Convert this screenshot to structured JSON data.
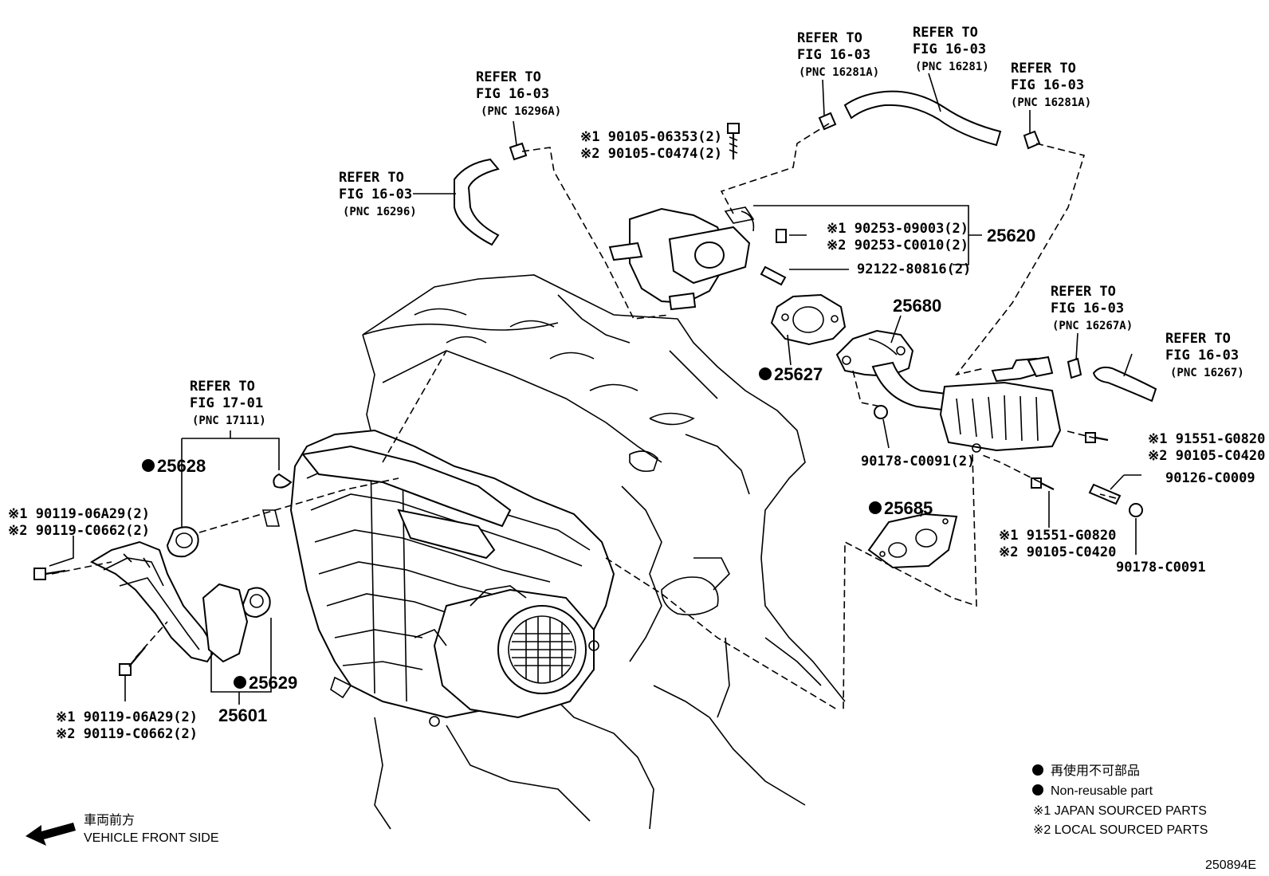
{
  "refer": {
    "r1": {
      "line1": "REFER TO",
      "line2": "FIG 16-03",
      "line3": "(PNC 16296A)"
    },
    "r2": {
      "line1": "REFER TO",
      "line2": "FIG 16-03",
      "line3": "(PNC 16296)"
    },
    "r3": {
      "line1": "REFER TO",
      "line2": "FIG 16-03",
      "line3": "(PNC 16281A)"
    },
    "r4": {
      "line1": "REFER TO",
      "line2": "FIG 16-03",
      "line3": "(PNC 16281)"
    },
    "r5": {
      "line1": "REFER TO",
      "line2": "FIG 16-03",
      "line3": "(PNC 16281A)"
    },
    "r6": {
      "line1": "REFER TO",
      "line2": "FIG 16-03",
      "line3": "(PNC 16267A)"
    },
    "r7": {
      "line1": "REFER TO",
      "line2": "FIG 16-03",
      "line3": "(PNC 16267)"
    },
    "r8": {
      "line1": "REFER TO",
      "line2": "FIG 17-01",
      "line3": "(PNC 17111)"
    }
  },
  "parts": {
    "p25620": "25620",
    "p25627": "25627",
    "p25680": "25680",
    "p25628": "25628",
    "p25685": "25685",
    "p25629": "25629",
    "p25601": "25601"
  },
  "sub": {
    "s_bolt_a1": "※1 90105-06353(2)",
    "s_bolt_a2": "※2 90105-C0474(2)",
    "s_pin1": "※1  90253-09003(2)",
    "s_pin2": "※2  90253-C0010(2)",
    "s_stud": "92122-80816(2)",
    "s_nut2": "90178-C0091(2)",
    "s_b_r1": "※1 91551-G0820",
    "s_b_r2": "※2 90105-C0420",
    "s_stud2": "90126-C0009",
    "s_b_m1": "※1 91551-G0820",
    "s_b_m2": "※2 90105-C0420",
    "s_nut1": "90178-C0091",
    "s_b_l1": "※1 90119-06A29(2)",
    "s_b_l2": "※2 90119-C0662(2)",
    "s_b_b1": "※1 90119-06A29(2)",
    "s_b_b2": "※2 90119-C0662(2)"
  },
  "legend": {
    "jp": "再使用不可部品",
    "en": "Non-reusable part",
    "k1": "※1  JAPAN SOURCED PARTS",
    "k2": "※2  LOCAL SOURCED PARTS"
  },
  "front": {
    "jp": "車両前方",
    "en": "VEHICLE FRONT SIDE"
  },
  "code": "250894E"
}
